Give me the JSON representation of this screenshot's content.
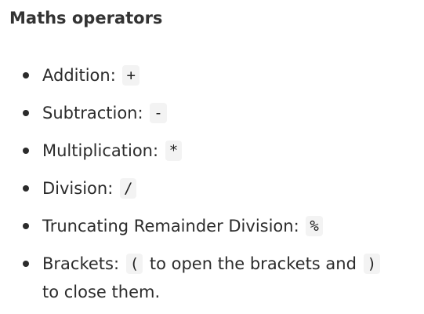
{
  "heading": "Maths operators",
  "operators": [
    {
      "label": "Addition:",
      "symbol": "+"
    },
    {
      "label": "Subtraction:",
      "symbol": "-"
    },
    {
      "label": "Multiplication:",
      "symbol": "*"
    },
    {
      "label": "Division:",
      "symbol": "/"
    },
    {
      "label": "Truncating Remainder Division:",
      "symbol": "%"
    }
  ],
  "brackets": {
    "label": "Brackets:",
    "open_symbol": "(",
    "middle_text": "to open the brackets and",
    "close_symbol": ")",
    "end_text": "to close them."
  },
  "colors": {
    "text": "#2b2b2b",
    "code_background": "#f3f3f3"
  }
}
